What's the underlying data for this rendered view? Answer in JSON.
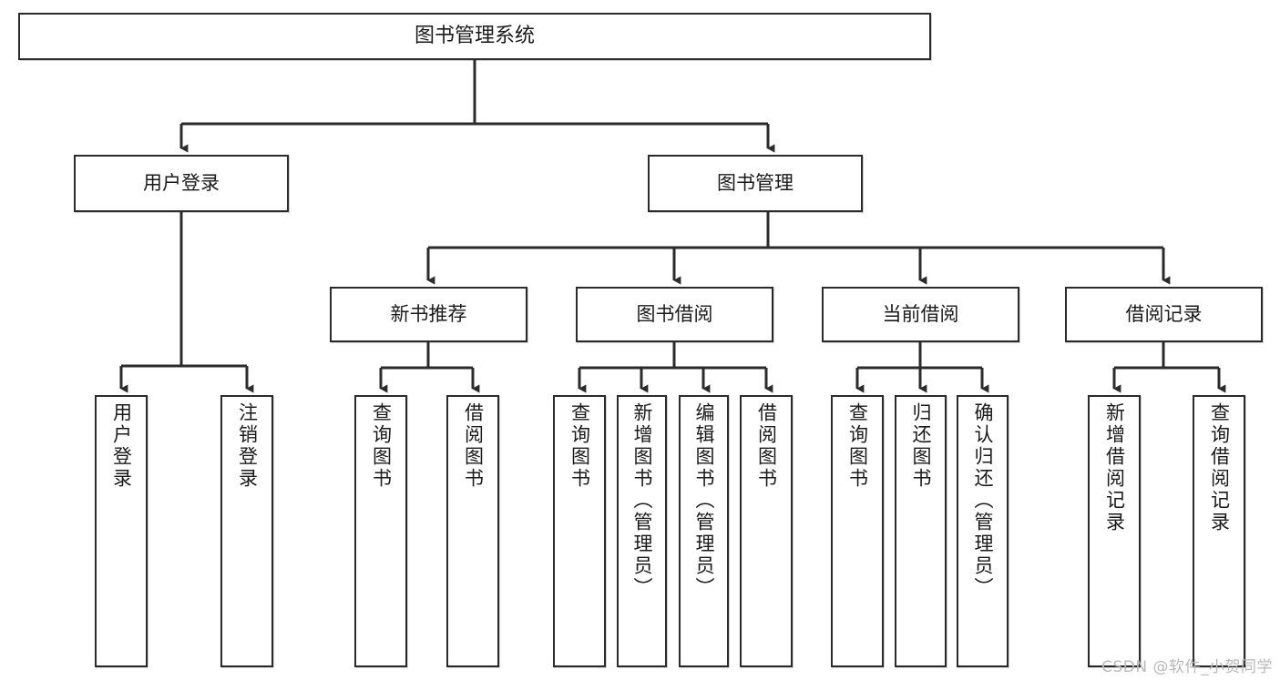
{
  "diagram": {
    "title": "图书管理系统",
    "type": "function-structure-tree",
    "colors": {
      "box_border": "#2b2b2b",
      "box_fill": "#ffffff",
      "connector": "#2b2b2b",
      "text": "#1a1a1a",
      "watermark": "#b9b9b9",
      "background": "#ffffff"
    },
    "root": {
      "label": "图书管理系统"
    },
    "level2": [
      {
        "label": "用户登录"
      },
      {
        "label": "图书管理"
      }
    ],
    "level3": [
      {
        "label": "新书推荐"
      },
      {
        "label": "图书借阅"
      },
      {
        "label": "当前借阅"
      },
      {
        "label": "借阅记录"
      }
    ],
    "leaves": {
      "user_login": [
        {
          "label": "用户登录"
        },
        {
          "label": "注销登录"
        }
      ],
      "new_book": [
        {
          "label": "查询图书"
        },
        {
          "label": "借阅图书"
        }
      ],
      "book_borrow": [
        {
          "label": "查询图书"
        },
        {
          "label": "新增图书（管理员）"
        },
        {
          "label": "编辑图书（管理员）"
        },
        {
          "label": "借阅图书"
        }
      ],
      "current_borrow": [
        {
          "label": "查询图书"
        },
        {
          "label": "归还图书"
        },
        {
          "label": "确认归还（管理员）"
        }
      ],
      "borrow_record": [
        {
          "label": "新增借阅记录"
        },
        {
          "label": "查询借阅记录"
        }
      ]
    },
    "watermark": "CSDN @软件_小贺同学"
  }
}
